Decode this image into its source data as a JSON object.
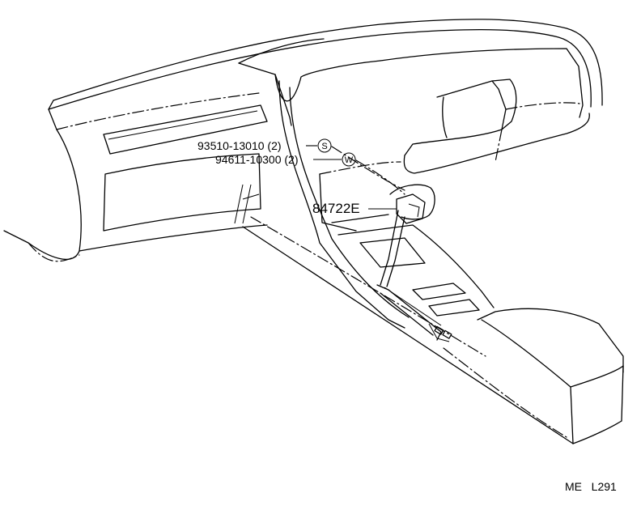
{
  "callouts": [
    {
      "part_number": "93510-13010 (2)",
      "symbol": "S"
    },
    {
      "part_number": "94611-10300 (2)",
      "symbol": "W"
    }
  ],
  "main_part": {
    "part_number": "84722E"
  },
  "figure_code": "ME   L291"
}
